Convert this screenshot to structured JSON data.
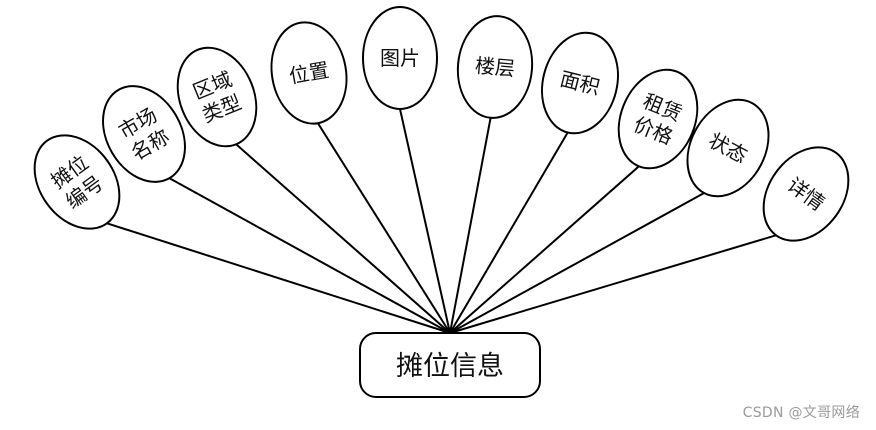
{
  "entity": {
    "name": "摊位信息"
  },
  "attributes": [
    {
      "id": "stall-number",
      "lines": [
        "摊位",
        "编号"
      ]
    },
    {
      "id": "market-name",
      "lines": [
        "市场",
        "名称"
      ]
    },
    {
      "id": "area-type",
      "lines": [
        "区域",
        "类型"
      ]
    },
    {
      "id": "location",
      "lines": [
        "位置"
      ]
    },
    {
      "id": "image",
      "lines": [
        "图片"
      ]
    },
    {
      "id": "floor",
      "lines": [
        "楼层"
      ]
    },
    {
      "id": "area",
      "lines": [
        "面积"
      ]
    },
    {
      "id": "rental-price",
      "lines": [
        "租赁",
        "价格"
      ]
    },
    {
      "id": "status",
      "lines": [
        "状态"
      ]
    },
    {
      "id": "details",
      "lines": [
        "详情"
      ]
    }
  ],
  "watermark": "CSDN @文哥网络",
  "colors": {
    "stroke": "#000000",
    "fill": "#ffffff",
    "text": "#111111",
    "watermark": "#9a9a9a"
  }
}
